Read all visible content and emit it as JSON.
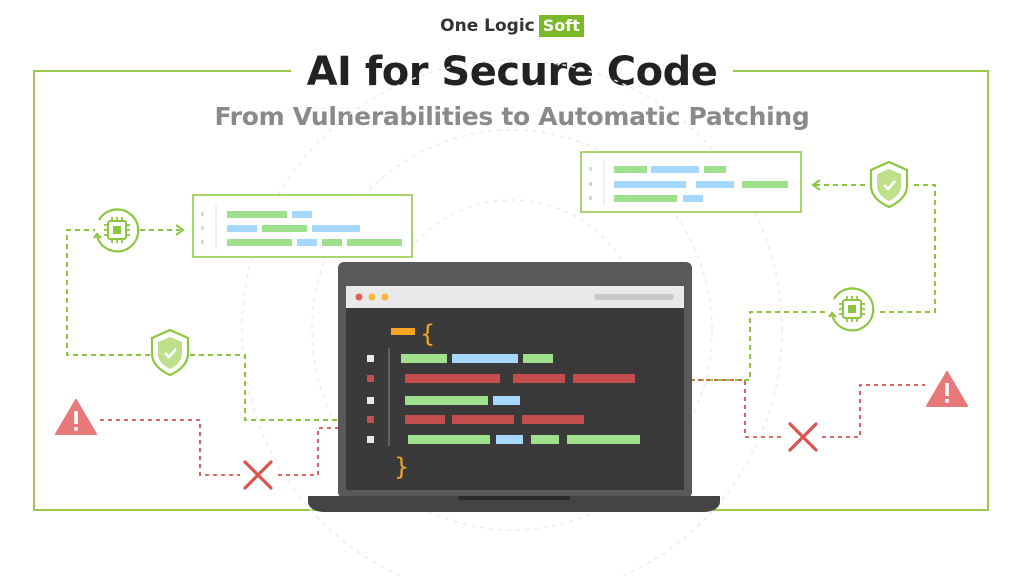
{
  "brand": {
    "prefix": "One Logic",
    "highlight": "Soft"
  },
  "title": "AI for Secure Code",
  "subtitle": "From Vulnerabilities to Automatic Patching",
  "colors": {
    "accent_green": "#8cc63f",
    "frame_green": "#9bc94c",
    "code_green": "#9ee08c",
    "code_blue": "#a6d8ff",
    "code_red": "#c44d4d",
    "warning_red": "#e8797b",
    "x_mark": "#d9534f",
    "brace_orange": "#f5a623",
    "editor_bg": "#3a3a3a"
  },
  "icons": [
    "ai-chip-icon",
    "shield-check-icon",
    "warning-triangle-icon",
    "x-mark-icon",
    "code-brace-icon"
  ]
}
